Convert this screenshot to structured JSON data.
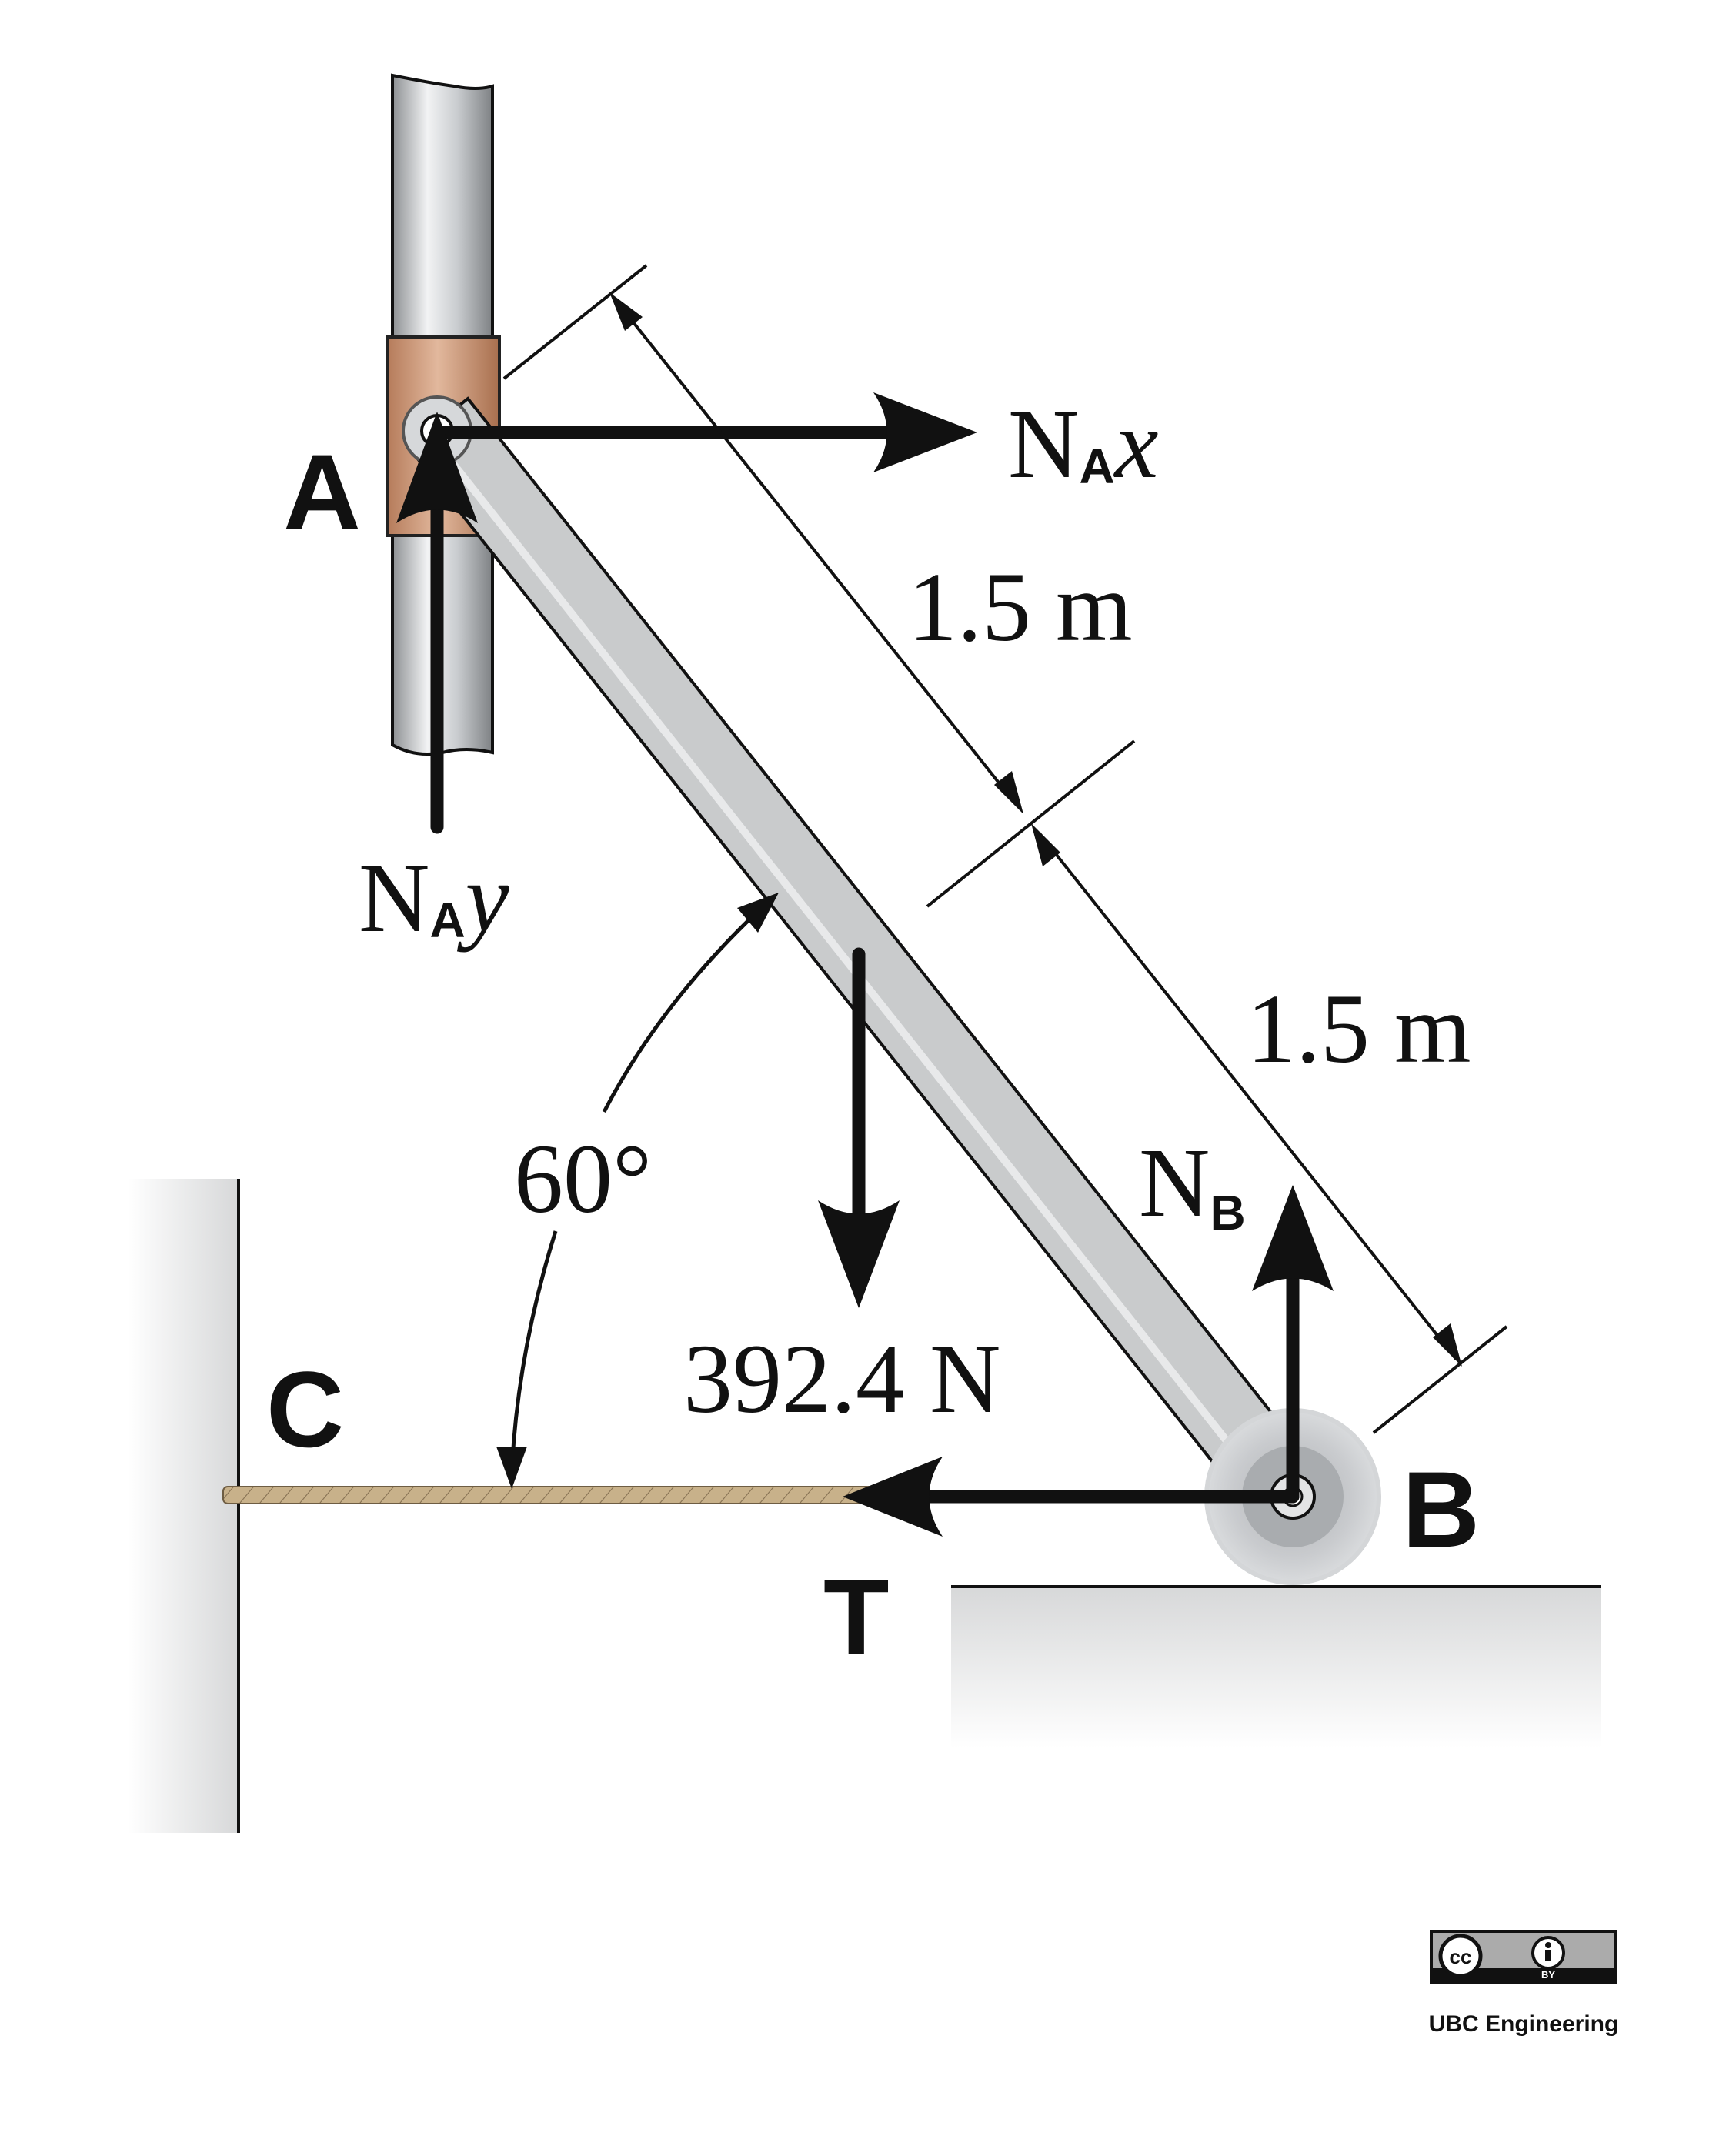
{
  "labels": {
    "point_a": "A",
    "point_b": "B",
    "point_c": "C",
    "tension": "T"
  },
  "forces": {
    "nax": {
      "base": "N",
      "sub": "A",
      "italic": "x"
    },
    "nay": {
      "base": "N",
      "sub": "A",
      "italic": "y"
    },
    "nb": {
      "base": "N",
      "sub": "B"
    },
    "weight": "392.4 N"
  },
  "dimensions": {
    "upper": "1.5 m",
    "lower": "1.5 m",
    "angle": "60°"
  },
  "license": {
    "cc": "cc",
    "by": "BY",
    "credit": "UBC Engineering"
  },
  "colors": {
    "rod_fill": "#c9cbcc",
    "collar": "#c9906f",
    "post": "#bfc2c5",
    "rope": "#c3ab84",
    "arrows": "#111111"
  }
}
